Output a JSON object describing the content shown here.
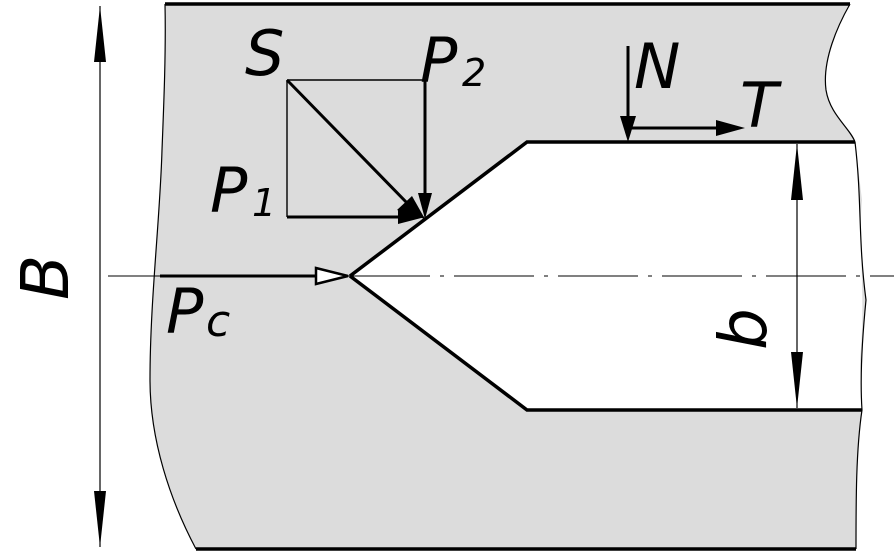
{
  "labels": {
    "S": "S",
    "P2": "P",
    "P2_sub": "2",
    "N": "N",
    "T": "T",
    "P1": "P",
    "P1_sub": "1",
    "B": "B",
    "Pc": "P",
    "Pc_sub": "c",
    "b": "b"
  },
  "colors": {
    "material": "#dcdcdc",
    "ink": "#000000",
    "background": "#ffffff"
  }
}
